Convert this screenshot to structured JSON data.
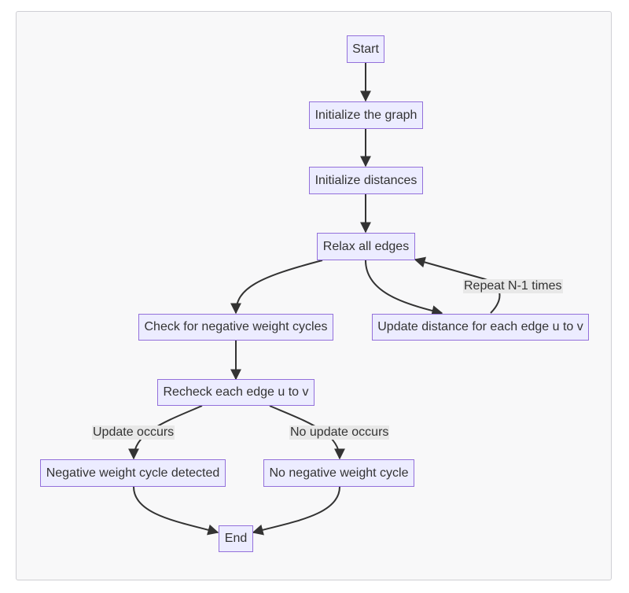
{
  "diagram": {
    "nodes": {
      "start": "Start",
      "init_graph": "Initialize the graph",
      "init_dist": "Initialize distances",
      "relax": "Relax all edges",
      "check_neg": "Check for negative weight cycles",
      "update_dist": "Update distance for each edge u to v",
      "recheck": "Recheck each edge u to v",
      "neg_detected": "Negative weight cycle detected",
      "no_neg": "No negative weight cycle",
      "end": "End"
    },
    "edge_labels": {
      "repeat": "Repeat N-1 times",
      "update_occurs": "Update occurs",
      "no_update_occurs": "No update occurs"
    },
    "colors": {
      "node_fill": "#ececff",
      "node_border": "#9370db",
      "edge": "#333333",
      "label_bg": "#e8e8e8"
    }
  }
}
